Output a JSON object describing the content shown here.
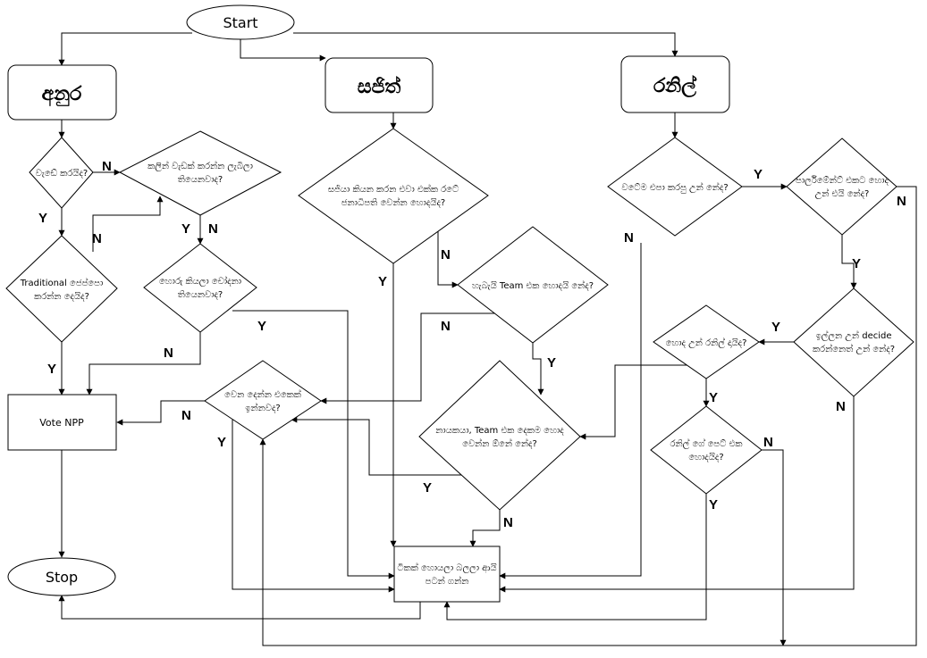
{
  "colors": {
    "stroke": "#000000",
    "fill": "#ffffff",
    "text": "#000000"
  },
  "nodes": {
    "start": "Start",
    "stop": "Stop",
    "anura": "අනුර",
    "sajith": "සජිත්",
    "ranil": "රනිල්",
    "vote_npp": "Vote NPP",
    "last_box": [
      "ටිකක් හොයලා බලලා ආයි",
      "පටන් ගන්න"
    ],
    "d_work": [
      "වැඩේ කරයිද?"
    ],
    "d_before": [
      "කලින් වැඩක් කරන්න ලැබිලා",
      "තියෙනවාද?"
    ],
    "d_traditional": [
      "Traditional ජෙප්පො",
      "කරන්න දෙයිද?"
    ],
    "d_thief": [
      "හොරු කියලා චෝදනා",
      "තියෙනවාද?"
    ],
    "d_sajith_says": [
      "සජියා කියන කරන එවා එක්ක රටේ",
      "ජනාධිපති වෙන්න හොදයිද?"
    ],
    "d_team": [
      "හැබැයි Team එක හොදයි නේද?"
    ],
    "d_other_two": [
      "වෙන දෙන්න එකෙක්",
      "ඉන්නවද?"
    ],
    "d_leader_team": [
      "නායකයා, Team එක දෙකම හොද",
      "වෙන්න ඕනේ නේද?"
    ],
    "d_tie_change": [
      "වටේම එපා කරපු උන් නේද?"
    ],
    "d_parliament": [
      "පාර්ලිමේන්ට් එකට හොද",
      "උන් එයි නේද?"
    ],
    "d_decide": [
      "ඉල්ලන උන් decide",
      "කරන්නෙත් උන් නේද?"
    ],
    "d_good_ranil": [
      "හොද උන් රනිල් දායිද?"
    ],
    "d_ranil_party": [
      "රනිල් ගේ පෙට් එක",
      "හොදයිද?"
    ]
  },
  "edge_labels": {
    "yes": "Y",
    "no": "N"
  }
}
